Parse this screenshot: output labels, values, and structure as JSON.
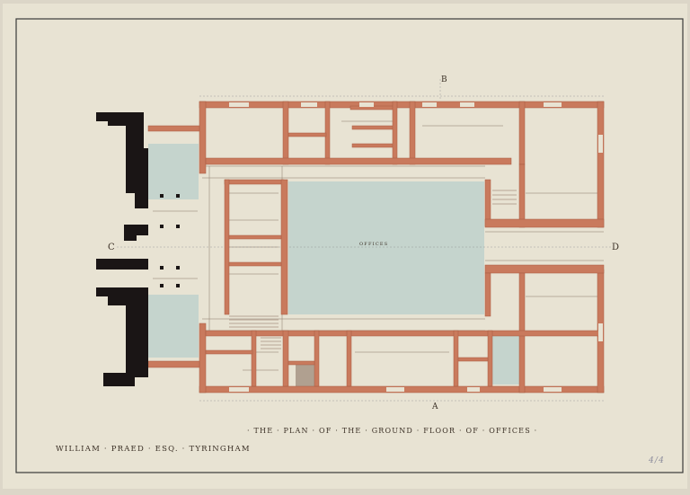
{
  "drawing": {
    "title": "· THE · PLAN · OF · THE · GROUND · FLOOR · OF · OFFICES ·",
    "client": "WILLIAM · PRAED · ESQ. · TYRINGHAM",
    "compass_marks": {
      "north": "B",
      "south": "A",
      "west": "C",
      "east": "D"
    },
    "court_label": "OFFICES",
    "catalogue_mark": "4/4"
  },
  "colors": {
    "paper": "#e8e3d3",
    "border_line": "#3a3a3a",
    "wall": "#c97a5d",
    "wall_edge": "#a85a40",
    "courtyard_wash": "#c5d4cd",
    "main_house": "#1a1515",
    "ink": "#3a2f25"
  }
}
